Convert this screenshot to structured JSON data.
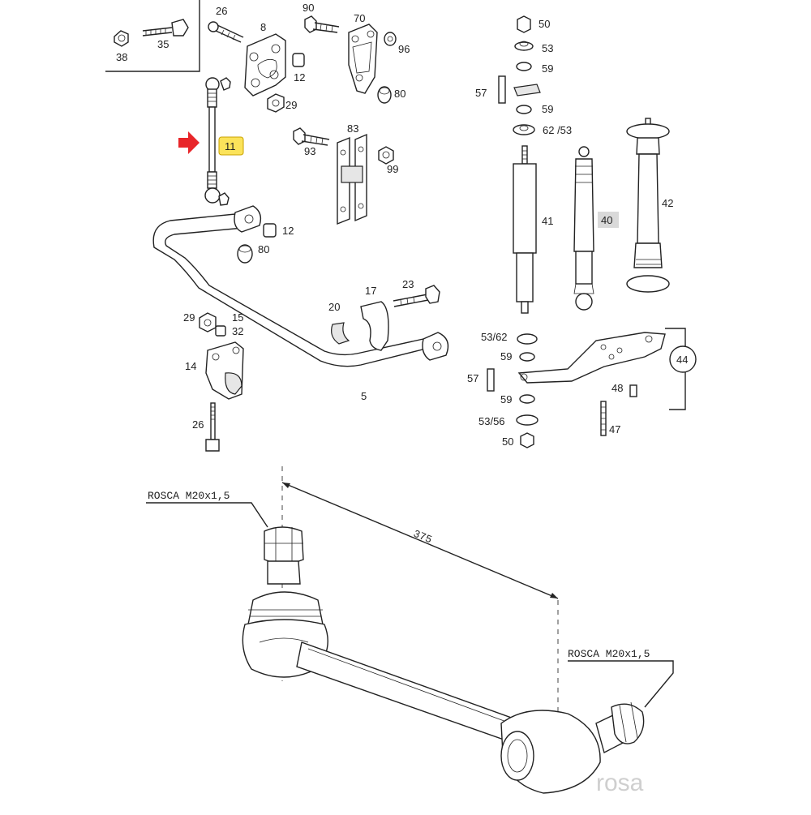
{
  "diagram": {
    "labels": {
      "p26a": "26",
      "p8": "8",
      "p90": "90",
      "p70": "70",
      "p50a": "50",
      "p53a": "53",
      "p59a": "59",
      "p38": "38",
      "p35": "35",
      "p12a": "12",
      "p96": "96",
      "p80a": "80",
      "p29a": "29",
      "p57a": "57",
      "p59b": "59",
      "p62_53": "62 /53",
      "p11": "11",
      "p83": "83",
      "p93": "93",
      "p99": "99",
      "p42": "42",
      "p41": "41",
      "p40": "40",
      "p12b": "12",
      "p80b": "80",
      "p17": "17",
      "p23": "23",
      "p20": "20",
      "p29b": "29",
      "p15": "15",
      "p32": "32",
      "p14": "14",
      "p5": "5",
      "p26b": "26",
      "p53_62": "53/62",
      "p59c": "59",
      "p57b": "57",
      "p48": "48",
      "p44": "44",
      "p59d": "59",
      "p53_56": "53/56",
      "p47": "47",
      "p50b": "50"
    },
    "drawing": {
      "thread_top": "ROSCA  M20x1,5",
      "thread_bottom": "ROSCA  M20x1,5",
      "dimension": "375",
      "watermark": "rosa"
    },
    "colors": {
      "arrow": "#e8262a",
      "highlight_11": "#fbe35a",
      "highlight_40": "#d9d9d9",
      "line": "#222222"
    }
  }
}
